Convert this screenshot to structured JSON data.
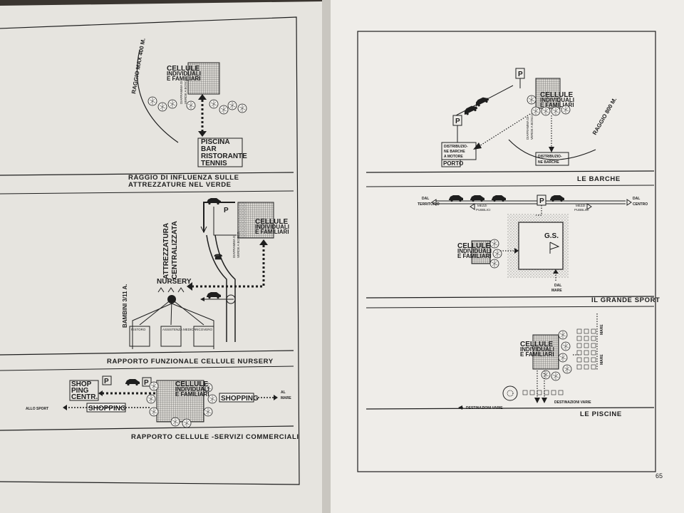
{
  "page_number": "65",
  "colors": {
    "paper": "#e9e7e2",
    "paper_right": "#eeece8",
    "ink": "#1e1e1e",
    "background": "#3a3530"
  },
  "left_page": {
    "panel1": {
      "caption_line1": "RAGGIO  DI  INFLUENZA  SULLE",
      "caption_line2": "ATTREZZATURE  NEL  VERDE",
      "cell_title": "CELLULE",
      "cell_sub1": "INDIVIDUALI",
      "cell_sub2": "E FAMILIARI",
      "radius_label": "RAGGIO  MAX  400 M.",
      "barrier_label1": "DIAFRAMMA DI",
      "barrier_label2": "VERDE A BOSCO",
      "facilities": [
        "PISCINA",
        "BAR",
        "RISTORANTE",
        "TENNIS"
      ]
    },
    "panel2": {
      "caption": "RAPPORTO  FUNZIONALE  CELLULE  NURSERY",
      "cell_title": "CELLULE",
      "cell_sub1": "INDIVIDUALI",
      "cell_sub2": "E FAMILIARI",
      "parking": "P",
      "vertical_label1": "ATTREZZATURA",
      "vertical_label2": "CENTRALIZZATA",
      "nursery": "NURSERY",
      "age_label": "BAMBINI 3/11 A.",
      "barrier_label1": "DIAFRAMMA DI",
      "barrier_label2": "VERDE A BOSCO",
      "boxes": [
        "RISTORO",
        "ASSISTENZA MEDICA",
        "RICOVERO"
      ]
    },
    "panel3": {
      "caption": "RAPPORTO     CELLULE -SERVIZI  COMMERCIALI",
      "shop_box1": "SHOP",
      "shop_box2": "PING",
      "shop_box3": "CENTR.",
      "parking": "P",
      "cell_title": "CELLULE",
      "cell_sub1": "INDIVIDUALI",
      "cell_sub2": "E FAMILIARI",
      "shopping": "SHOPPING",
      "al_mare1": "AL",
      "al_mare2": "MARE",
      "allo_sport": "ALLO SPORT"
    }
  },
  "right_page": {
    "panel1": {
      "caption": "LE  BARCHE",
      "cell_title": "CELLULE",
      "cell_sub1": "INDIVIDUALI",
      "cell_sub2": "E FAMILIARI",
      "parking": "P",
      "radius_label": "RAGGIO  800 M.",
      "barrier_label1": "DIAFRAMMA DI",
      "barrier_label2": "VERDE A BOSCO",
      "motor_line1": "DISTRIBUZIO-",
      "motor_line2": "NE BARCHE",
      "motor_line3": "A MOTORE",
      "sail_line1": "DISTRIBUZIO-",
      "sail_line2": "NE  BARCHE",
      "porto": "PORTO"
    },
    "panel2": {
      "caption": "IL  GRANDE  SPORT",
      "dal_territorio1": "DAL",
      "dal_territorio2": "TERRITORIO",
      "dal_centro1": "DAL",
      "dal_centro2": "CENTRO",
      "mezzi1a": "MEZZI",
      "mezzi1b": "PUBBLICI",
      "mezzi2a": "MEZZI",
      "mezzi2b": "PUBBLICI",
      "parking": "P",
      "gs": "G.S.",
      "cell_title": "CELLULE",
      "cell_sub1": "INDIVIDUALI",
      "cell_sub2": "E FAMILIARI",
      "dal_mare1": "DAL",
      "dal_mare2": "MARE"
    },
    "panel3": {
      "caption": "LE  PISCINE",
      "cell_title": "CELLULE",
      "cell_sub1": "INDIVIDUALI",
      "cell_sub2": "E FAMILIARI",
      "mare_top": "MARE",
      "mare_side": "MARE",
      "dest_left": "DESTINAZIONI  VARIE",
      "dest_right": "DESTINAZIONI  VARIE"
    }
  }
}
